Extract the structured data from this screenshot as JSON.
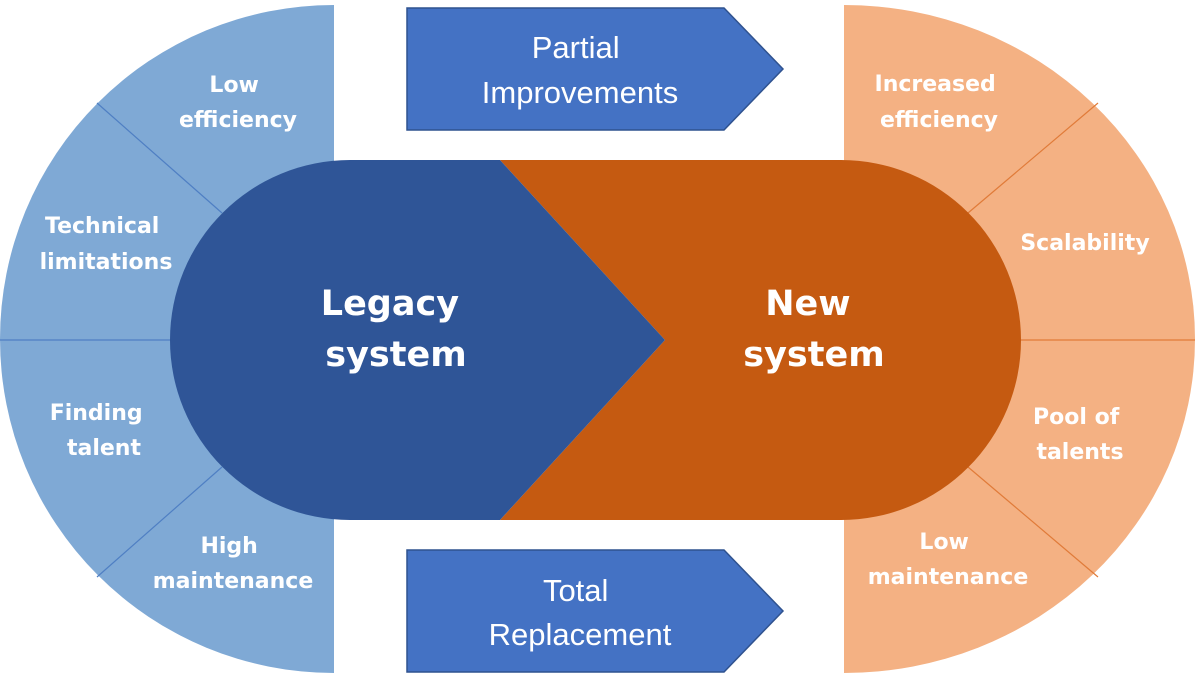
{
  "legacy": {
    "title_line1": "Legacy",
    "title_line2": "system",
    "segments": [
      {
        "line1": "Low",
        "line2": "efficiency"
      },
      {
        "line1": "Technical",
        "line2": "limitations"
      },
      {
        "line1": "Finding",
        "line2": "talent"
      },
      {
        "line1": "High",
        "line2": "maintenance"
      }
    ]
  },
  "new_system": {
    "title_line1": "New",
    "title_line2": "system",
    "segments": [
      {
        "line1": "Increased",
        "line2": "efficiency"
      },
      {
        "line1": "Scalability",
        "line2": ""
      },
      {
        "line1": "Pool of",
        "line2": "talents"
      },
      {
        "line1": "Low",
        "line2": "maintenance"
      }
    ]
  },
  "arrows": {
    "top": {
      "line1": "Partial",
      "line2": "Improvements"
    },
    "bottom": {
      "line1": "Total",
      "line2": "Replacement"
    }
  },
  "colors": {
    "legacy_ring": "#7fa9d5",
    "legacy_core": "#2f5597",
    "new_ring": "#f4b183",
    "new_core": "#c55a11",
    "arrow_fill": "#4472c4",
    "arrow_stroke": "#2f528f"
  }
}
